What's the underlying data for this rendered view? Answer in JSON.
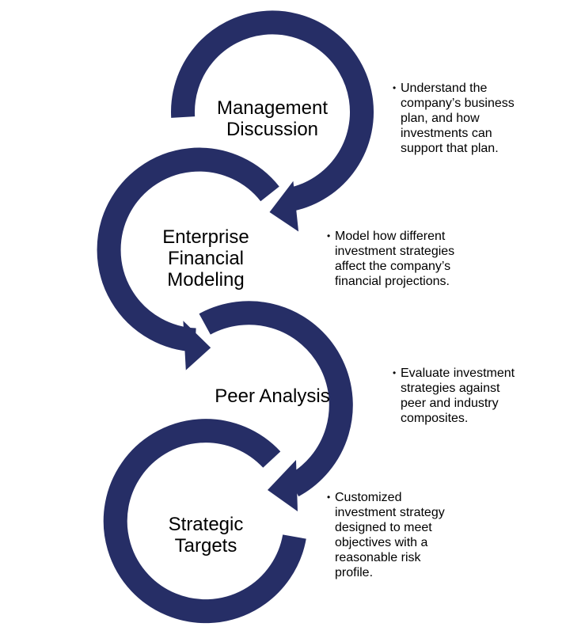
{
  "colors": {
    "ring": "#262e66",
    "text": "#000000",
    "background": "#ffffff"
  },
  "bullet_glyph": "•",
  "steps": [
    {
      "title_lines": [
        "Management",
        "Discussion"
      ],
      "bullet_lines": [
        "Understand the",
        "company’s business",
        "plan, and how",
        "investments can",
        "support that plan."
      ]
    },
    {
      "title_lines": [
        "Enterprise",
        "Financial",
        "Modeling"
      ],
      "bullet_lines": [
        "Model how different",
        "investment strategies",
        "affect the company’s",
        "financial projections."
      ]
    },
    {
      "title_lines": [
        "Peer Analysis"
      ],
      "bullet_lines": [
        "Evaluate investment",
        "strategies against",
        "peer and industry",
        "composites."
      ]
    },
    {
      "title_lines": [
        "Strategic",
        "Targets"
      ],
      "bullet_lines": [
        "Customized",
        "investment strategy",
        "designed to meet",
        "objectives with a",
        "reasonable risk",
        "profile."
      ]
    }
  ]
}
